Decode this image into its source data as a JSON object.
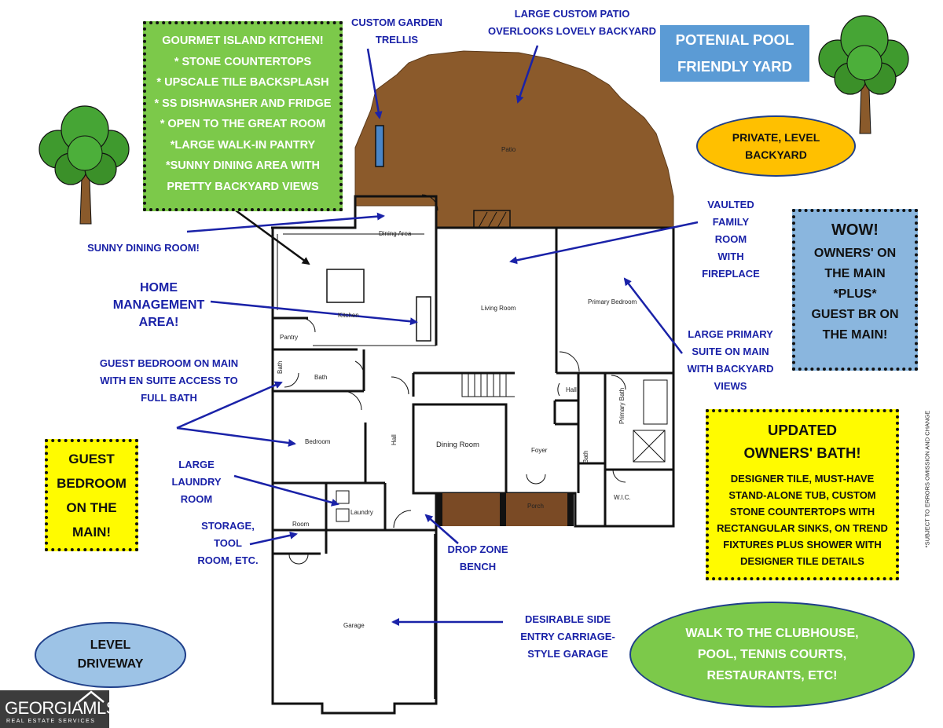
{
  "callouts": {
    "kitchen": [
      "GOURMET ISLAND KITCHEN!",
      "* STONE COUNTERTOPS",
      "* UPSCALE TILE BACKSPLASH",
      "* SS DISHWASHER AND FRIDGE",
      "* OPEN TO THE GREAT ROOM",
      "*LARGE WALK-IN PANTRY",
      "*SUNNY DINING AREA WITH",
      "PRETTY BACKYARD VIEWS"
    ],
    "pool": [
      "POTENIAL POOL",
      "FRIENDLY YARD"
    ],
    "private_yard": [
      "PRIVATE, LEVEL",
      "BACKYARD"
    ],
    "wow": [
      "WOW!",
      "OWNERS' ON",
      "THE MAIN",
      "*PLUS*",
      "GUEST BR ON",
      "THE MAIN!"
    ],
    "guest_bedroom": [
      "GUEST",
      "BEDROOM",
      "ON THE",
      "MAIN!"
    ],
    "owners_bath_title": [
      "UPDATED",
      "OWNERS' BATH!"
    ],
    "owners_bath_text": [
      "DESIGNER TILE, MUST-HAVE",
      "STAND-ALONE TUB, CUSTOM",
      "STONE COUNTERTOPS WITH",
      "RECTANGULAR SINKS, ON TREND",
      "FIXTURES PLUS SHOWER WITH",
      "DESIGNER TILE DETAILS"
    ],
    "level_driveway": [
      "LEVEL",
      "DRIVEWAY"
    ],
    "clubhouse": [
      "WALK TO THE CLUBHOUSE,",
      "POOL, TENNIS COURTS,",
      "RESTAURANTS, ETC!"
    ]
  },
  "labels": {
    "trellis": [
      "CUSTOM GARDEN",
      "TRELLIS"
    ],
    "patio": [
      "LARGE CUSTOM PATIO",
      "OVERLOOKS  LOVELY  BACKYARD"
    ],
    "sunny_dining": [
      "SUNNY DINING ROOM!"
    ],
    "home_mgmt": [
      "HOME",
      "MANAGEMENT",
      "AREA!"
    ],
    "vaulted": [
      "VAULTED",
      "FAMILY",
      "ROOM",
      "WITH",
      "FIREPLACE"
    ],
    "primary_suite": [
      "LARGE PRIMARY",
      "SUITE ON MAIN",
      "WITH BACKYARD",
      "VIEWS"
    ],
    "guest_en_suite": [
      "GUEST BEDROOM ON MAIN",
      "WITH EN SUITE ACCESS TO",
      "FULL BATH"
    ],
    "laundry": [
      "LARGE",
      "LAUNDRY",
      "ROOM"
    ],
    "storage": [
      "STORAGE,",
      "TOOL",
      "ROOM, ETC."
    ],
    "drop_zone": [
      "DROP ZONE",
      "BENCH"
    ],
    "garage": [
      "DESIRABLE SIDE",
      "ENTRY CARRIAGE-",
      "STYLE GARAGE"
    ]
  },
  "rooms": {
    "patio": "Patio",
    "dining_area": "Dining Area",
    "kitchen": "Kitchen",
    "living_room": "Living Room",
    "primary_bedroom": "Primary Bedroom",
    "pantry": "Pantry",
    "bath_small": "Bath",
    "bath": "Bath",
    "hall_upper": "Hall",
    "primary_bath": "Primary Bath",
    "bedroom": "Bedroom",
    "hall": "Hall",
    "dining_room": "Dining Room",
    "foyer": "Foyer",
    "bath_small2": "Bath",
    "wic": "W.I.C.",
    "porch": "Porch",
    "laundry": "Laundry",
    "room": "Room",
    "garage": "Garage"
  },
  "disclaimer": "*SUBJECT TO ERRORS OMISSION AND CHANGE",
  "logo": {
    "name": "GEORGIAMLS",
    "sub": "REAL ESTATE SERVICES"
  },
  "colors": {
    "arrow": "#1a22a8",
    "patio": "#8b5a2b",
    "porch": "#7a4a25",
    "callout_green": "#7cc94a",
    "callout_yellow": "#fffb00",
    "callout_blue": "#8ab6de",
    "pool_blue": "#5b9bd5",
    "yard_orange": "#ffc000",
    "trellis": "#4a86c8"
  }
}
